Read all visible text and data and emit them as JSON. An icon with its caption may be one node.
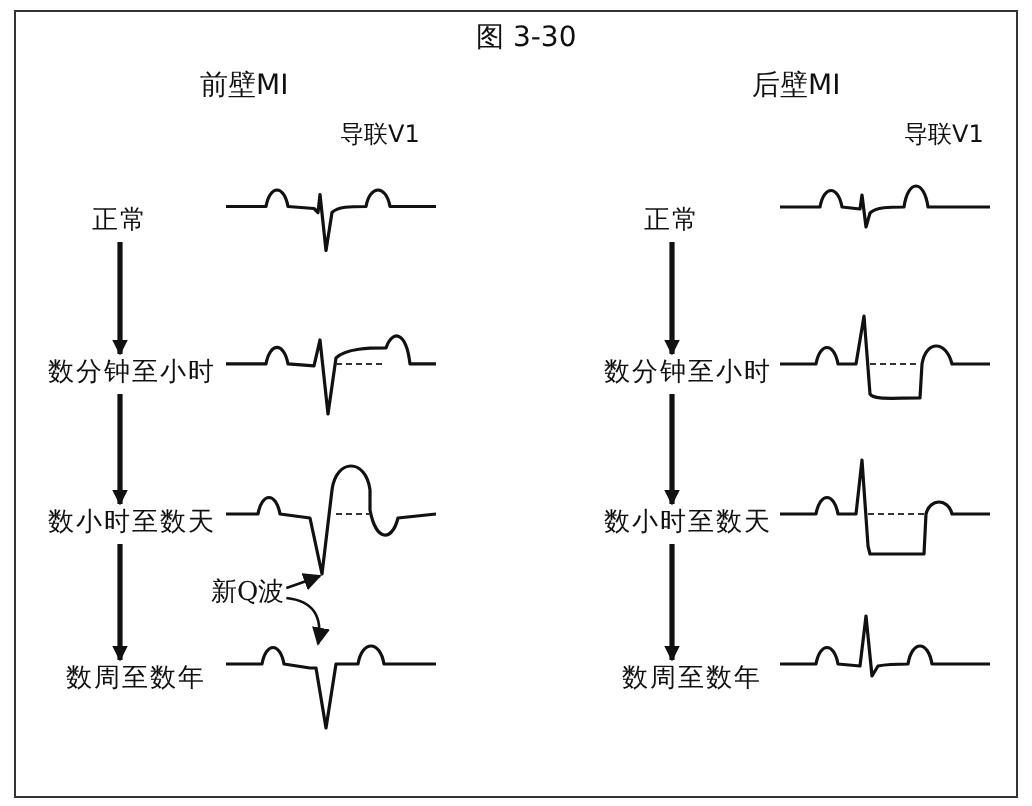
{
  "diagram": {
    "title": "图 3-30",
    "nodes": [
      {
        "text": [
          "正常"
        ]
      },
      {
        "text": [
          "数分钟至小时"
        ]
      },
      {
        "text": [
          "数小时至数天"
        ]
      },
      {
        "text": [
          "数周至数年"
        ]
      },
      {
        "text": [
          "正常"
        ]
      },
      {
        "text": [
          "数分钟至小时"
        ]
      },
      {
        "text": [
          "数小时至数天"
        ]
      },
      {
        "text": [
          "数周至数年"
        ]
      },
      {
        "text": [
          "新Q波"
        ]
      },
      {
        "text": [],
        "shape": "picture"
      },
      {
        "text": [],
        "shape": "picture"
      }
    ],
    "edges": [
      {
        "from": 0,
        "to": 1,
        "arrow": "to"
      },
      {
        "from": 1,
        "to": 2,
        "arrow": "to"
      },
      {
        "from": 2,
        "to": 3,
        "arrow": "to"
      },
      {
        "from": 4,
        "to": 5,
        "arrow": "to"
      },
      {
        "from": 5,
        "to": 6,
        "arrow": "to"
      },
      {
        "from": 6,
        "to": 7,
        "arrow": "to"
      },
      {
        "from": 8,
        "to": 9,
        "arrow": "to"
      },
      {
        "from": 8,
        "to": 10,
        "arrow": "to"
      }
    ],
    "labels": [
      "前壁MI",
      "后壁MI",
      "导联V1",
      "导联V1"
    ]
  }
}
